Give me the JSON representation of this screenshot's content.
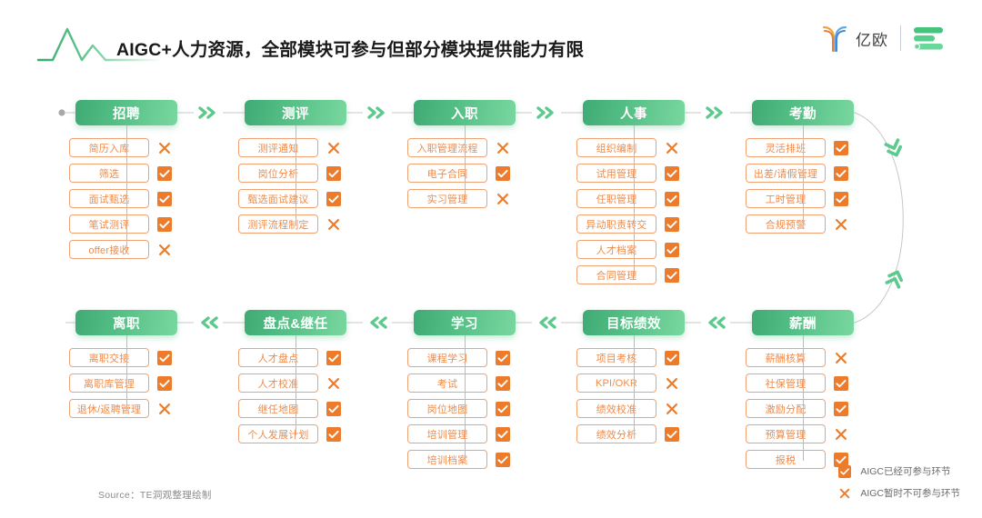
{
  "header": {
    "title": "AIGC+人力资源，全部模块可参与但部分模块提供能力有限",
    "logo_text": "亿欧",
    "decoration": "zigzag-line"
  },
  "colors": {
    "green_dark": "#3faa74",
    "green_light": "#79d79f",
    "orange": "#ec7c2b",
    "orange_border": "#f0a273",
    "line_gray": "#bfbfbf"
  },
  "legend": [
    {
      "mark": "yes",
      "label": "AIGC已经可参与环节"
    },
    {
      "mark": "no",
      "label": "AIGC暂时不可参与环节"
    }
  ],
  "source": "Source：TE洞观整理绘制",
  "rows": [
    {
      "direction": "right",
      "stages": [
        {
          "title": "招聘",
          "items": [
            {
              "label": "简历入库",
              "mark": "no"
            },
            {
              "label": "筛选",
              "mark": "yes"
            },
            {
              "label": "面试甄选",
              "mark": "yes"
            },
            {
              "label": "笔试测评",
              "mark": "yes"
            },
            {
              "label": "offer接收",
              "mark": "no"
            }
          ]
        },
        {
          "title": "测评",
          "items": [
            {
              "label": "测评通知",
              "mark": "no"
            },
            {
              "label": "岗位分析",
              "mark": "yes"
            },
            {
              "label": "甄选面试建议",
              "mark": "yes"
            },
            {
              "label": "测评流程制定",
              "mark": "no"
            }
          ]
        },
        {
          "title": "入职",
          "items": [
            {
              "label": "入职管理流程",
              "mark": "no"
            },
            {
              "label": "电子合同",
              "mark": "yes"
            },
            {
              "label": "实习管理",
              "mark": "no"
            }
          ]
        },
        {
          "title": "人事",
          "items": [
            {
              "label": "组织编制",
              "mark": "no"
            },
            {
              "label": "试用管理",
              "mark": "yes"
            },
            {
              "label": "任职管理",
              "mark": "yes"
            },
            {
              "label": "异动职责转交",
              "mark": "yes"
            },
            {
              "label": "人才档案",
              "mark": "yes"
            },
            {
              "label": "合同管理",
              "mark": "yes"
            }
          ]
        },
        {
          "title": "考勤",
          "items": [
            {
              "label": "灵活排班",
              "mark": "yes"
            },
            {
              "label": "出差/请假管理",
              "mark": "yes"
            },
            {
              "label": "工时管理",
              "mark": "yes"
            },
            {
              "label": "合规预警",
              "mark": "no"
            }
          ]
        }
      ]
    },
    {
      "direction": "left",
      "stages": [
        {
          "title": "离职",
          "items": [
            {
              "label": "离职交接",
              "mark": "yes"
            },
            {
              "label": "离职库管理",
              "mark": "yes"
            },
            {
              "label": "退休/返聘管理",
              "mark": "no"
            }
          ]
        },
        {
          "title": "盘点&继任",
          "items": [
            {
              "label": "人才盘点",
              "mark": "yes"
            },
            {
              "label": "人才校准",
              "mark": "no"
            },
            {
              "label": "继任地图",
              "mark": "yes"
            },
            {
              "label": "个人发展计划",
              "mark": "yes"
            }
          ]
        },
        {
          "title": "学习",
          "items": [
            {
              "label": "课程学习",
              "mark": "yes"
            },
            {
              "label": "考试",
              "mark": "yes"
            },
            {
              "label": "岗位地图",
              "mark": "yes"
            },
            {
              "label": "培训管理",
              "mark": "yes"
            },
            {
              "label": "培训档案",
              "mark": "yes"
            }
          ]
        },
        {
          "title": "目标绩效",
          "items": [
            {
              "label": "项目考核",
              "mark": "yes"
            },
            {
              "label": "KPI/OKR",
              "mark": "no"
            },
            {
              "label": "绩效校准",
              "mark": "no"
            },
            {
              "label": "绩效分析",
              "mark": "yes"
            }
          ]
        },
        {
          "title": "薪酬",
          "items": [
            {
              "label": "薪酬核算",
              "mark": "no"
            },
            {
              "label": "社保管理",
              "mark": "yes"
            },
            {
              "label": "激励分配",
              "mark": "yes"
            },
            {
              "label": "预算管理",
              "mark": "no"
            },
            {
              "label": "报税",
              "mark": "yes"
            }
          ]
        }
      ]
    }
  ]
}
